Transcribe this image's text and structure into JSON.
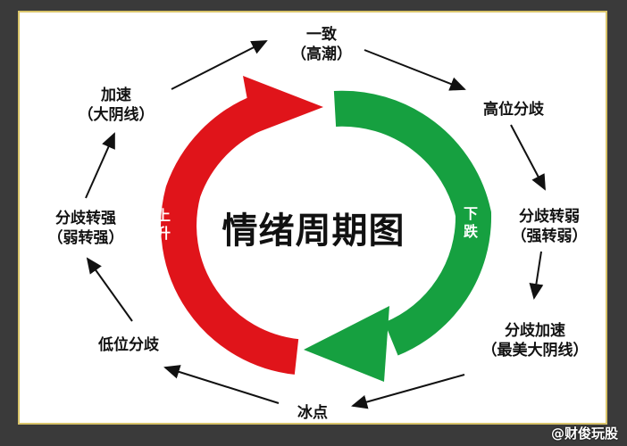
{
  "title": "情绪周期图",
  "arc_left": [
    "上",
    "升"
  ],
  "arc_right": [
    "下",
    "跌"
  ],
  "stages": {
    "top": [
      "一致",
      "（高潮）"
    ],
    "upper_right": [
      "高位分歧"
    ],
    "right": [
      "分歧转弱",
      "（强转弱）"
    ],
    "lower_right": [
      "分歧加速",
      "（最美大阴线）"
    ],
    "bottom": [
      "冰点"
    ],
    "lower_left": [
      "低位分歧"
    ],
    "left": [
      "分歧转强",
      "（弱转强）"
    ],
    "upper_left": [
      "加速",
      "（大阴线）"
    ]
  },
  "watermark": "@财俊玩股",
  "colors": {
    "red": "#e0141a",
    "green": "#16a040",
    "frame": "#d9c46a"
  }
}
